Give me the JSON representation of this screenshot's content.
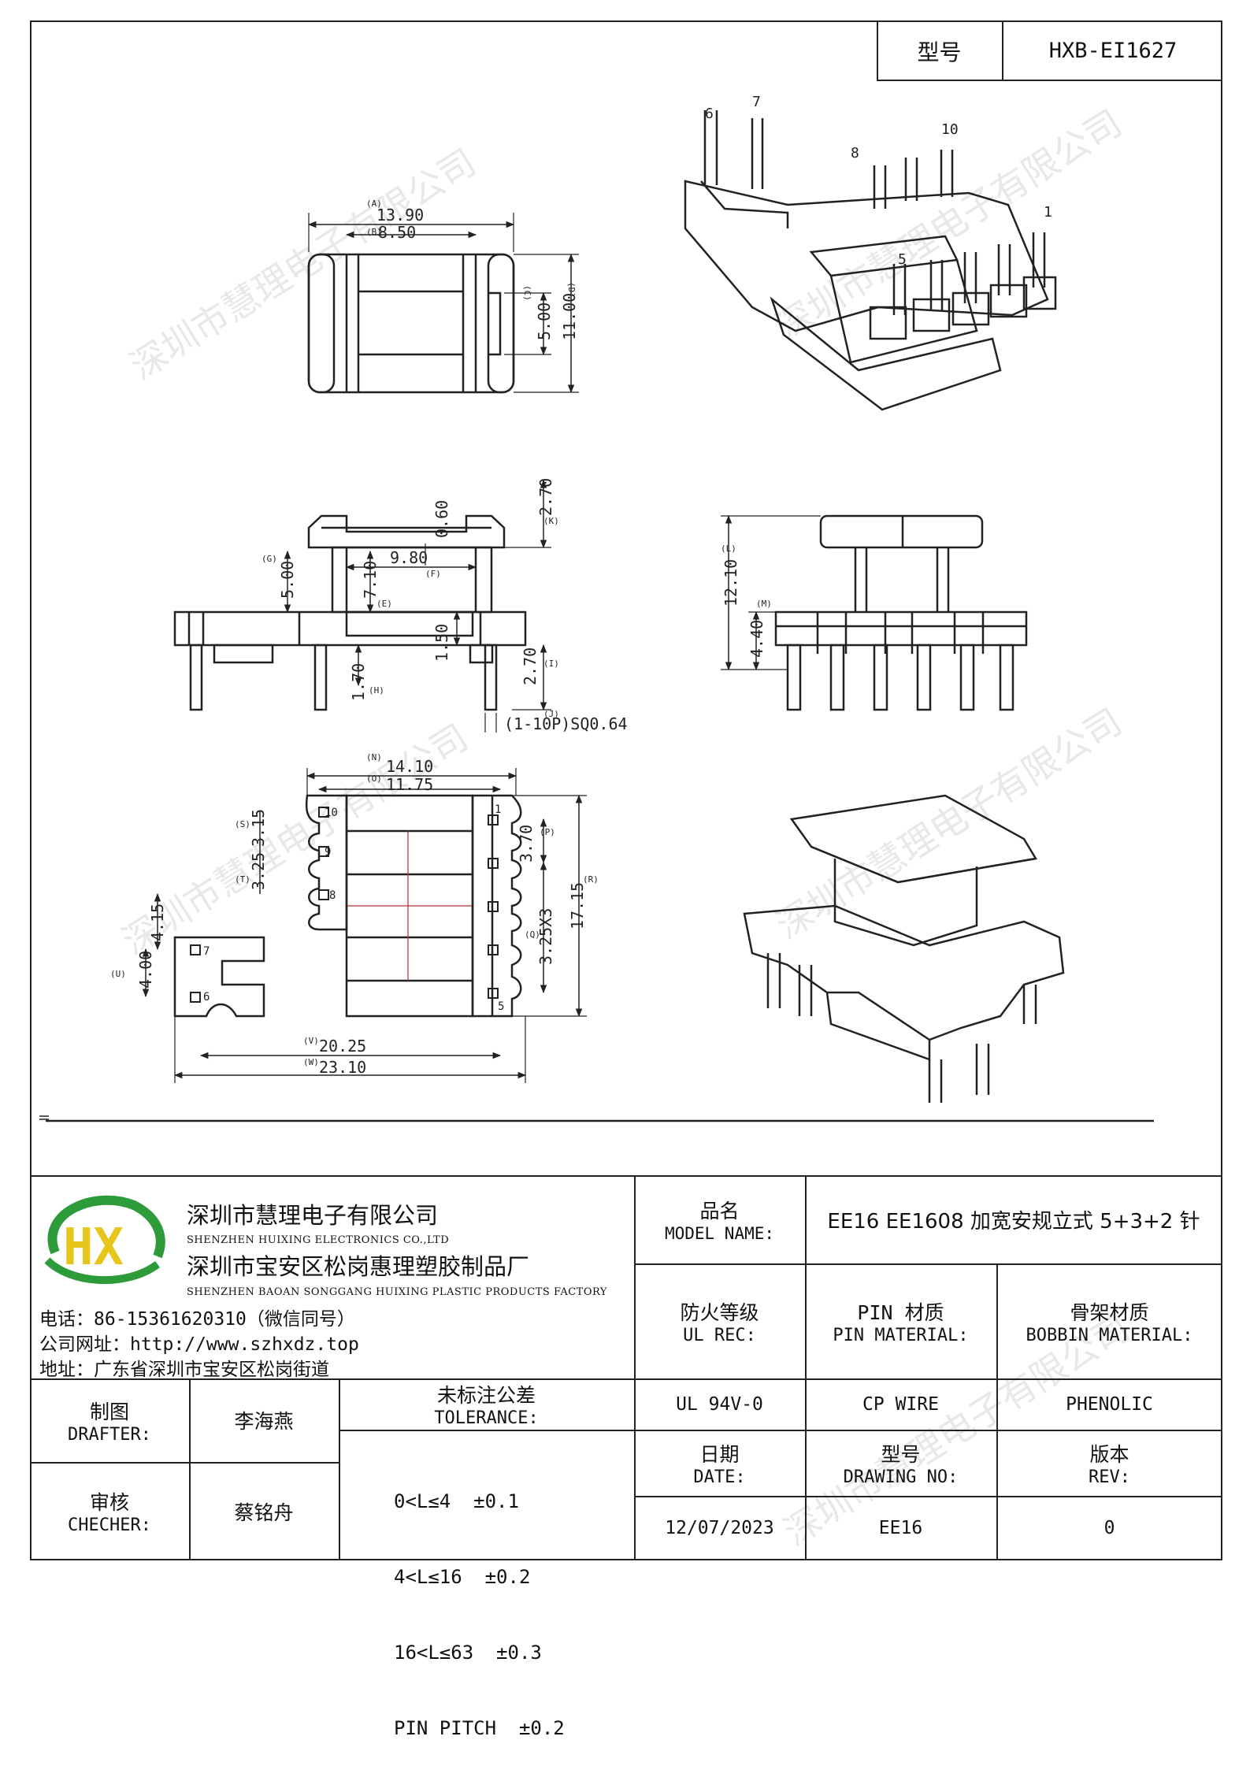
{
  "header": {
    "model_label": "型号",
    "model_value": "HXB-EI1627"
  },
  "watermark": "深圳市慧理电子有限公司",
  "drawing": {
    "top_view": {
      "dim_a": "13.90",
      "dim_b": "8.50",
      "dim_c": "5.00",
      "dim_d": "11.00",
      "tag_a": "(A)",
      "tag_b": "(B)",
      "tag_c": "(C)",
      "tag_d": "(D)"
    },
    "front_view": {
      "dim_k": "2.70",
      "dim_060": "0.60",
      "dim_g": "5.00",
      "dim_f": "9.80",
      "dim_e": "7.10",
      "dim_150": "1.50",
      "dim_i": "2.70",
      "dim_h": "1.70",
      "pin_spec": "(1-10P)SQ0.64",
      "tag_k": "(K)",
      "tag_g": "(G)",
      "tag_f": "(F)",
      "tag_e": "(E)",
      "tag_i": "(I)",
      "tag_h": "(H)",
      "tag_j": "(J)"
    },
    "side_view": {
      "dim_l": "12.10",
      "dim_m": "4.40",
      "tag_l": "(L)",
      "tag_m": "(M)"
    },
    "bottom_view": {
      "dim_n": "14.10",
      "dim_o": "11.75",
      "dim_s": "3.15",
      "dim_t": "3.25",
      "dim_415": "4.15",
      "dim_u": "4.00",
      "dim_p": "3.70",
      "dim_q": "3.25X3",
      "dim_r": "17.15",
      "dim_v": "20.25",
      "dim_w": "23.10",
      "tag_n": "(N)",
      "tag_o": "(O)",
      "tag_s": "(S)",
      "tag_t": "(T)",
      "tag_u": "(U)",
      "tag_p": "(P)",
      "tag_q": "(Q)",
      "tag_r": "(R)",
      "tag_v": "(V)",
      "tag_w": "(W)",
      "pins_left": [
        "10",
        "9",
        "8",
        "7",
        "6"
      ],
      "pins_right": [
        "1",
        "5"
      ]
    },
    "iso_pins": [
      "6",
      "7",
      "8",
      "10",
      "1",
      "5"
    ]
  },
  "company": {
    "name_cn": "深圳市慧理电子有限公司",
    "name_en": "SHENZHEN HUIXING ELECTRONICS CO.,LTD",
    "factory_cn": "深圳市宝安区松岗惠理塑胶制品厂",
    "factory_en": "SHENZHEN BAOAN SONGGANG HUIXING PLASTIC PRODUCTS FACTORY",
    "phone": "电话：86-15361620310（微信同号）",
    "website": "公司网址：http://www.szhxdz.top",
    "address": "地址：广东省深圳市宝安区松岗街道",
    "logo_text": "HX"
  },
  "title_block": {
    "model_name_cn": "品名",
    "model_name_en": "MODEL NAME:",
    "model_name_value": "EE16 EE1608 加宽安规立式 5+3+2 针",
    "ul_cn": "防火等级",
    "ul_en": "UL REC:",
    "pin_cn": "PIN 材质",
    "pin_en": "PIN MATERIAL:",
    "bobbin_cn": "骨架材质",
    "bobbin_en": "BOBBIN MATERIAL:",
    "ul_value": "UL 94V-0",
    "pin_value": "CP WIRE",
    "bobbin_value": "PHENOLIC",
    "drafter_cn": "制图",
    "drafter_en": "DRAFTER:",
    "drafter_name": "李海燕",
    "checker_cn": "审核",
    "checker_en": "CHECHER:",
    "checker_name": "蔡铭舟",
    "tolerance_cn": "未标注公差",
    "tolerance_en": "TOLERANCE:",
    "tolerances": [
      "0<L≤4  ±0.1",
      "4<L≤16  ±0.2",
      "16<L≤63  ±0.3",
      "PIN PITCH  ±0.2"
    ],
    "date_cn": "日期",
    "date_en": "DATE:",
    "date_value": "12/07/2023",
    "drawing_no_cn": "型号",
    "drawing_no_en": "DRAWING NO:",
    "drawing_no_value": "EE16",
    "rev_cn": "版本",
    "rev_en": "REV:",
    "rev_value": "0"
  },
  "colors": {
    "line": "#222222",
    "logo_green": "#2e9b3a",
    "logo_yellow": "#e8c51a",
    "center_line": "#b03030"
  }
}
